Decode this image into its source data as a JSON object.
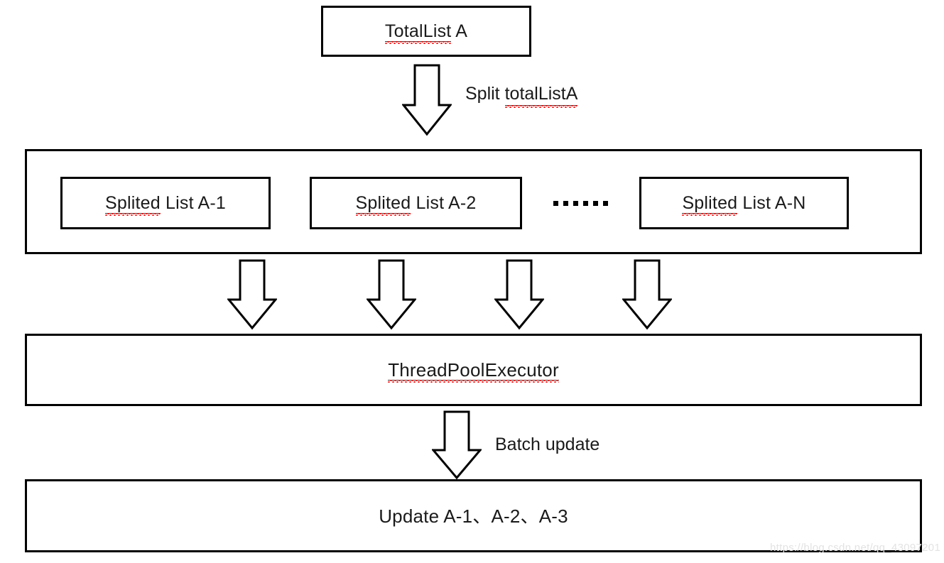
{
  "diagram": {
    "title_box": {
      "label": "TotalList A",
      "misspelled_prefix": "TotalList",
      "rest": " A"
    },
    "split_arrow": {
      "icon": "down-block-arrow-icon",
      "label": "Split totalListA",
      "label_plain": "Split ",
      "label_misspelled": "totalListA"
    },
    "split_row": {
      "items": [
        {
          "misspelled_prefix": "Splited",
          "rest": " List A-1",
          "label": "Splited List A-1"
        },
        {
          "misspelled_prefix": "Splited",
          "rest": " List A-2",
          "label": "Splited List A-2"
        },
        {
          "misspelled_prefix": "Splited",
          "rest": " List A-N",
          "label": "Splited List A-N"
        }
      ],
      "ellipsis": "••••••",
      "ellipsis_dot_count": 6
    },
    "worker_arrows": {
      "icon": "down-block-arrow-icon",
      "count": 4
    },
    "executor_box": {
      "label": "ThreadPoolExecutor",
      "misspelled_prefix": "ThreadPoolExecutor",
      "rest": ""
    },
    "update_arrow": {
      "icon": "down-block-arrow-icon",
      "label": "Batch update"
    },
    "result_box": {
      "label": "Update A-1、A-2、A-3"
    },
    "watermark": "https://blog.csdn.net/qq_43097201",
    "colors": {
      "stroke": "#000000",
      "text": "#1a1a1a",
      "spellcheck": "#ff0000",
      "background": "#ffffff",
      "watermark": "#e3e3e3"
    }
  }
}
